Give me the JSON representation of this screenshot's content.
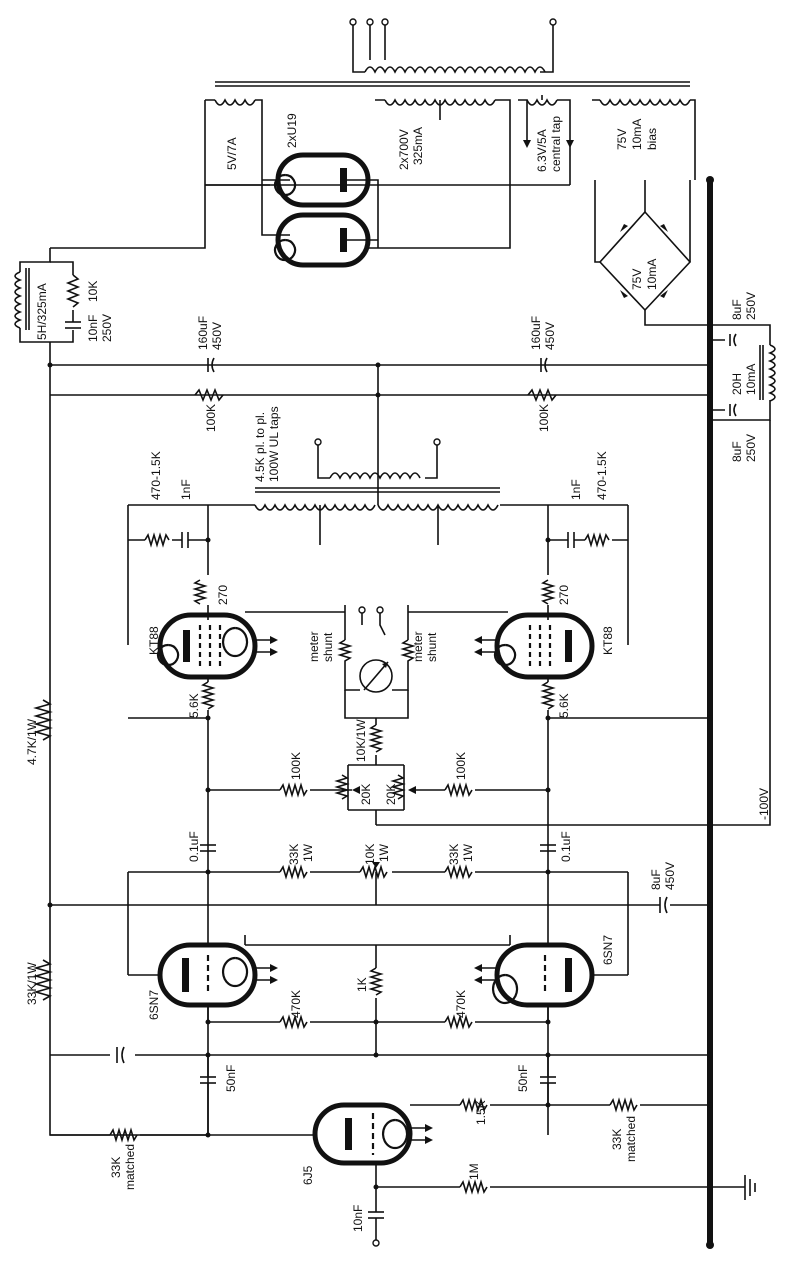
{
  "labels": {
    "heater_5v": "5V/7A",
    "rectifier": "2xU19",
    "hv_secondary": "2x700V",
    "hv_current": "325mA",
    "heater_63_a": "6.3V/5A",
    "heater_63_b": "central tap",
    "bias_v": "75V",
    "bias_i": "10mA",
    "bias_t": "bias",
    "bridge_a": "75V",
    "bridge_b": "10mA",
    "choke_main": "5H/325mA",
    "snub_r": "10K",
    "snub_c": "10nF",
    "snub_v": "250V",
    "cap1_a": "160uF",
    "cap1_b": "450V",
    "cap2_a": "160uF",
    "cap2_b": "450V",
    "bleed1": "100K",
    "bleed2": "100K",
    "bias_cap1_a": "8uF",
    "bias_cap1_b": "250V",
    "bias_choke": "20H",
    "bias_choke_b": "10mA",
    "bias_cap2_a": "8uF",
    "bias_cap2_b": "250V",
    "ot_a": "4.5K pl. to pl.",
    "ot_b": "100W UL taps",
    "zob_r1": "470-1.5K",
    "zob_c1": "1nF",
    "zob_r2": "470-1.5K",
    "zob_c2": "1nF",
    "grid_stop1": "270",
    "grid_stop2": "270",
    "pwr_tube1": "KT88",
    "pwr_tube2": "KT88",
    "meter_shunt1_a": "meter",
    "meter_shunt1_b": "shunt",
    "meter_shunt2_a": "meter",
    "meter_shunt2_b": "shunt",
    "cath_r1": "5.6K",
    "cath_r2": "5.6K",
    "bias_pot": "10K/1W",
    "grid_r1": "100K",
    "grid_r2": "100K",
    "pot_a": "20K",
    "pot_b": "20K",
    "bias_neg": "-100V",
    "drop_r": "4.7K/1W",
    "coup_c1": "0.1uF",
    "coup_c2": "0.1uF",
    "load_r1_a": "33K",
    "load_r1_b": "1W",
    "bal_pot_a": "10K",
    "bal_pot_b": "1W",
    "load_r2_a": "33K",
    "load_r2_b": "1W",
    "drv_cap_a": "8uF",
    "drv_cap_b": "450V",
    "drop_r2": "33K/1W",
    "drv_tube1": "6SN7",
    "drv_tube2": "6SN7",
    "drv_grid1": "470K",
    "drv_grid2": "470K",
    "tail_r": "1K",
    "pi_c1": "50nF",
    "pi_c2": "50nF",
    "pi_r1": "1.5K",
    "in_tube": "6J5",
    "pi_load1_a": "33K",
    "pi_load1_b": "matched",
    "pi_load2_a": "33K",
    "pi_load2_b": "matched",
    "in_grid": "1M",
    "in_cap": "10nF"
  }
}
